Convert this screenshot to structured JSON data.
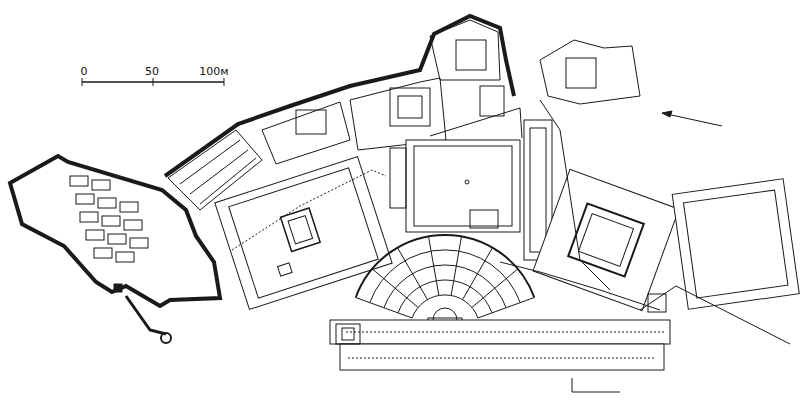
{
  "diagram": {
    "labels": [
      "0",
      "50",
      "100м"
    ]
  }
}
